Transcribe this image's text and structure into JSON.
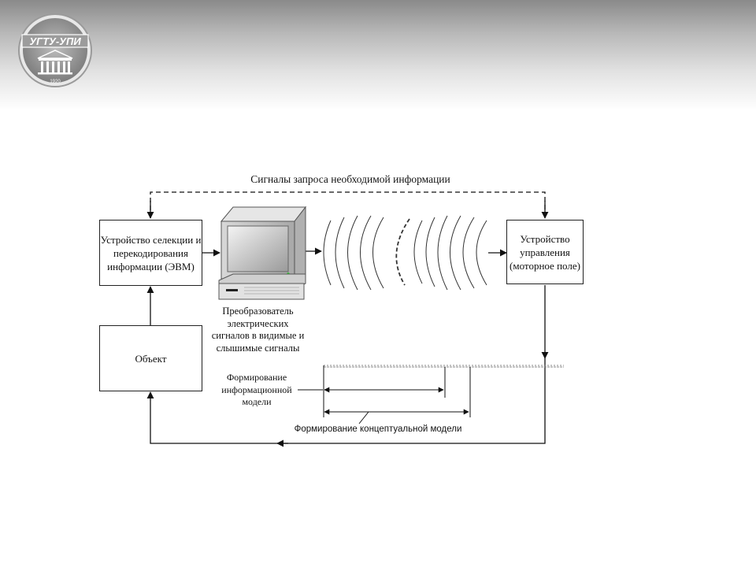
{
  "header": {
    "logo_text": "УГТУ-УПИ",
    "logo_sub": "1920"
  },
  "diagram": {
    "top_signal_label": "Сигналы запроса необходимой информации",
    "box_selection": "Устройство селекции и перекодирования информации (ЭВМ)",
    "box_control": "Устройство управления (моторное поле)",
    "box_object": "Объект",
    "converter_label": "Преобразователь электрических сигналов в видимые и слышимые сигналы",
    "info_model_label": "Формирование информационной модели",
    "concept_model_label": "Формирование концептуальной модели"
  },
  "colors": {
    "line": "#111111",
    "band_top": "#8a8a8a"
  }
}
